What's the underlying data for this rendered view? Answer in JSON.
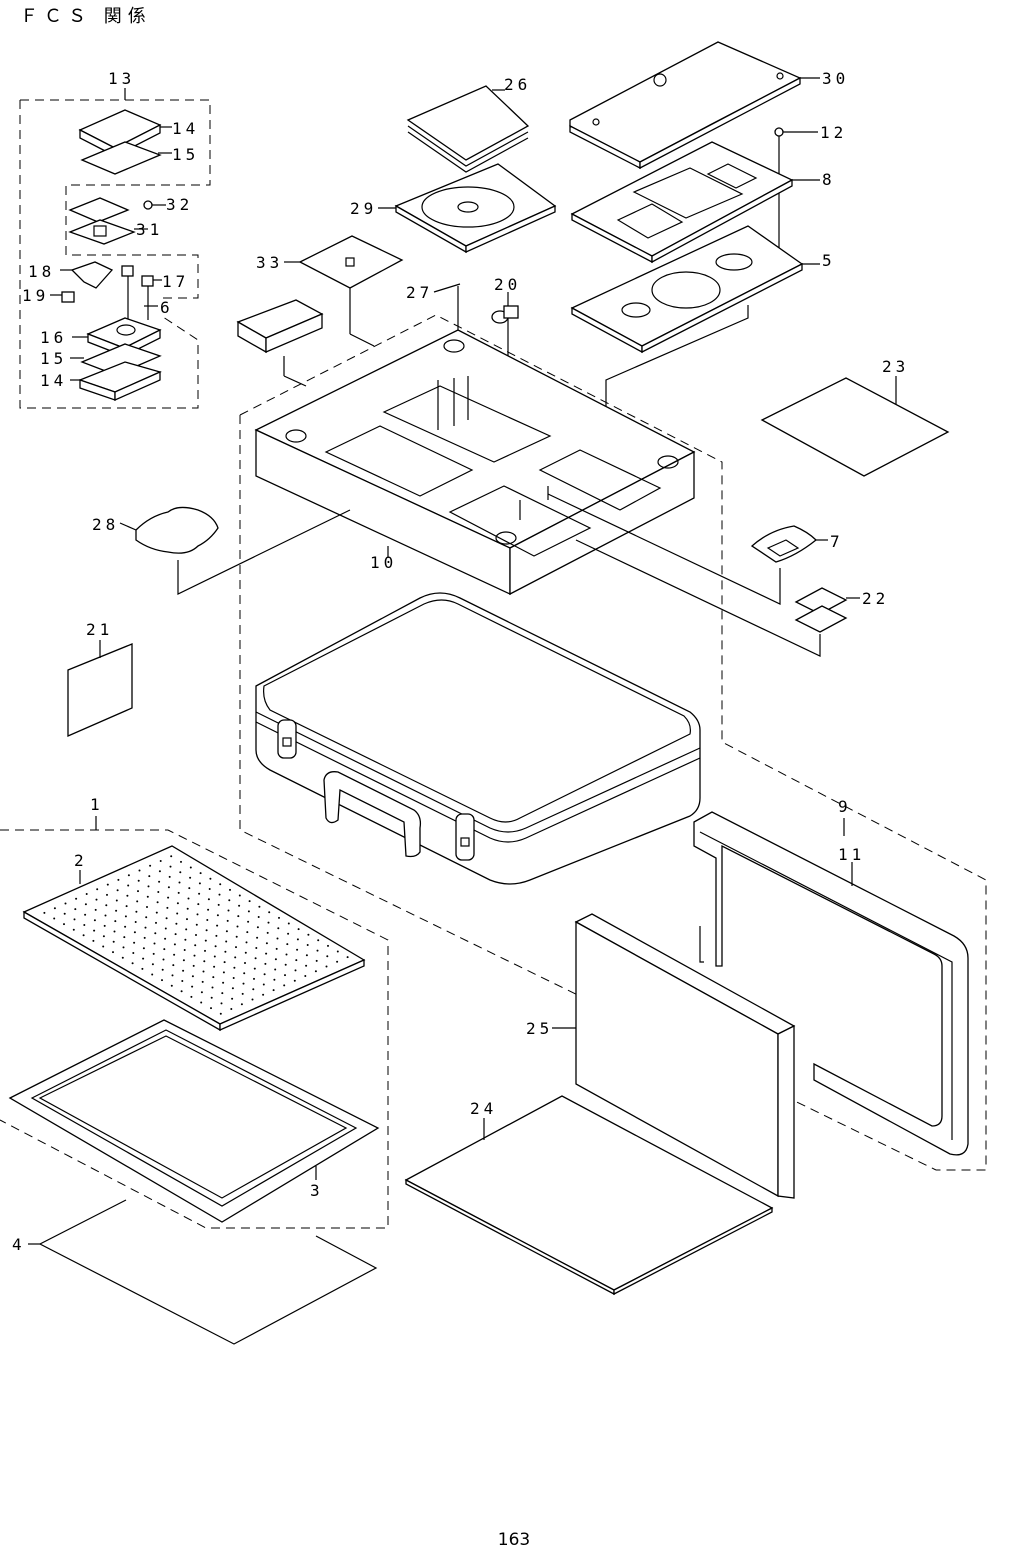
{
  "page": {
    "title": "ＦＣＳ 関係",
    "page_number": "163"
  },
  "callouts": {
    "c1": "1",
    "c2": "2",
    "c3": "3",
    "c4": "4",
    "c5": "5",
    "c6": "6",
    "c7": "7",
    "c8": "8",
    "c9": "9",
    "c10": "10",
    "c11": "11",
    "c12": "12",
    "c13": "13",
    "c14a": "14",
    "c14b": "14",
    "c15a": "15",
    "c15b": "15",
    "c16": "16",
    "c17": "17",
    "c18": "18",
    "c19": "19",
    "c20": "20",
    "c21": "21",
    "c22": "22",
    "c23": "23",
    "c24": "24",
    "c25": "25",
    "c26": "26",
    "c27": "27",
    "c28": "28",
    "c29": "29",
    "c30": "30",
    "c31": "31",
    "c32": "32",
    "c33": "33"
  }
}
